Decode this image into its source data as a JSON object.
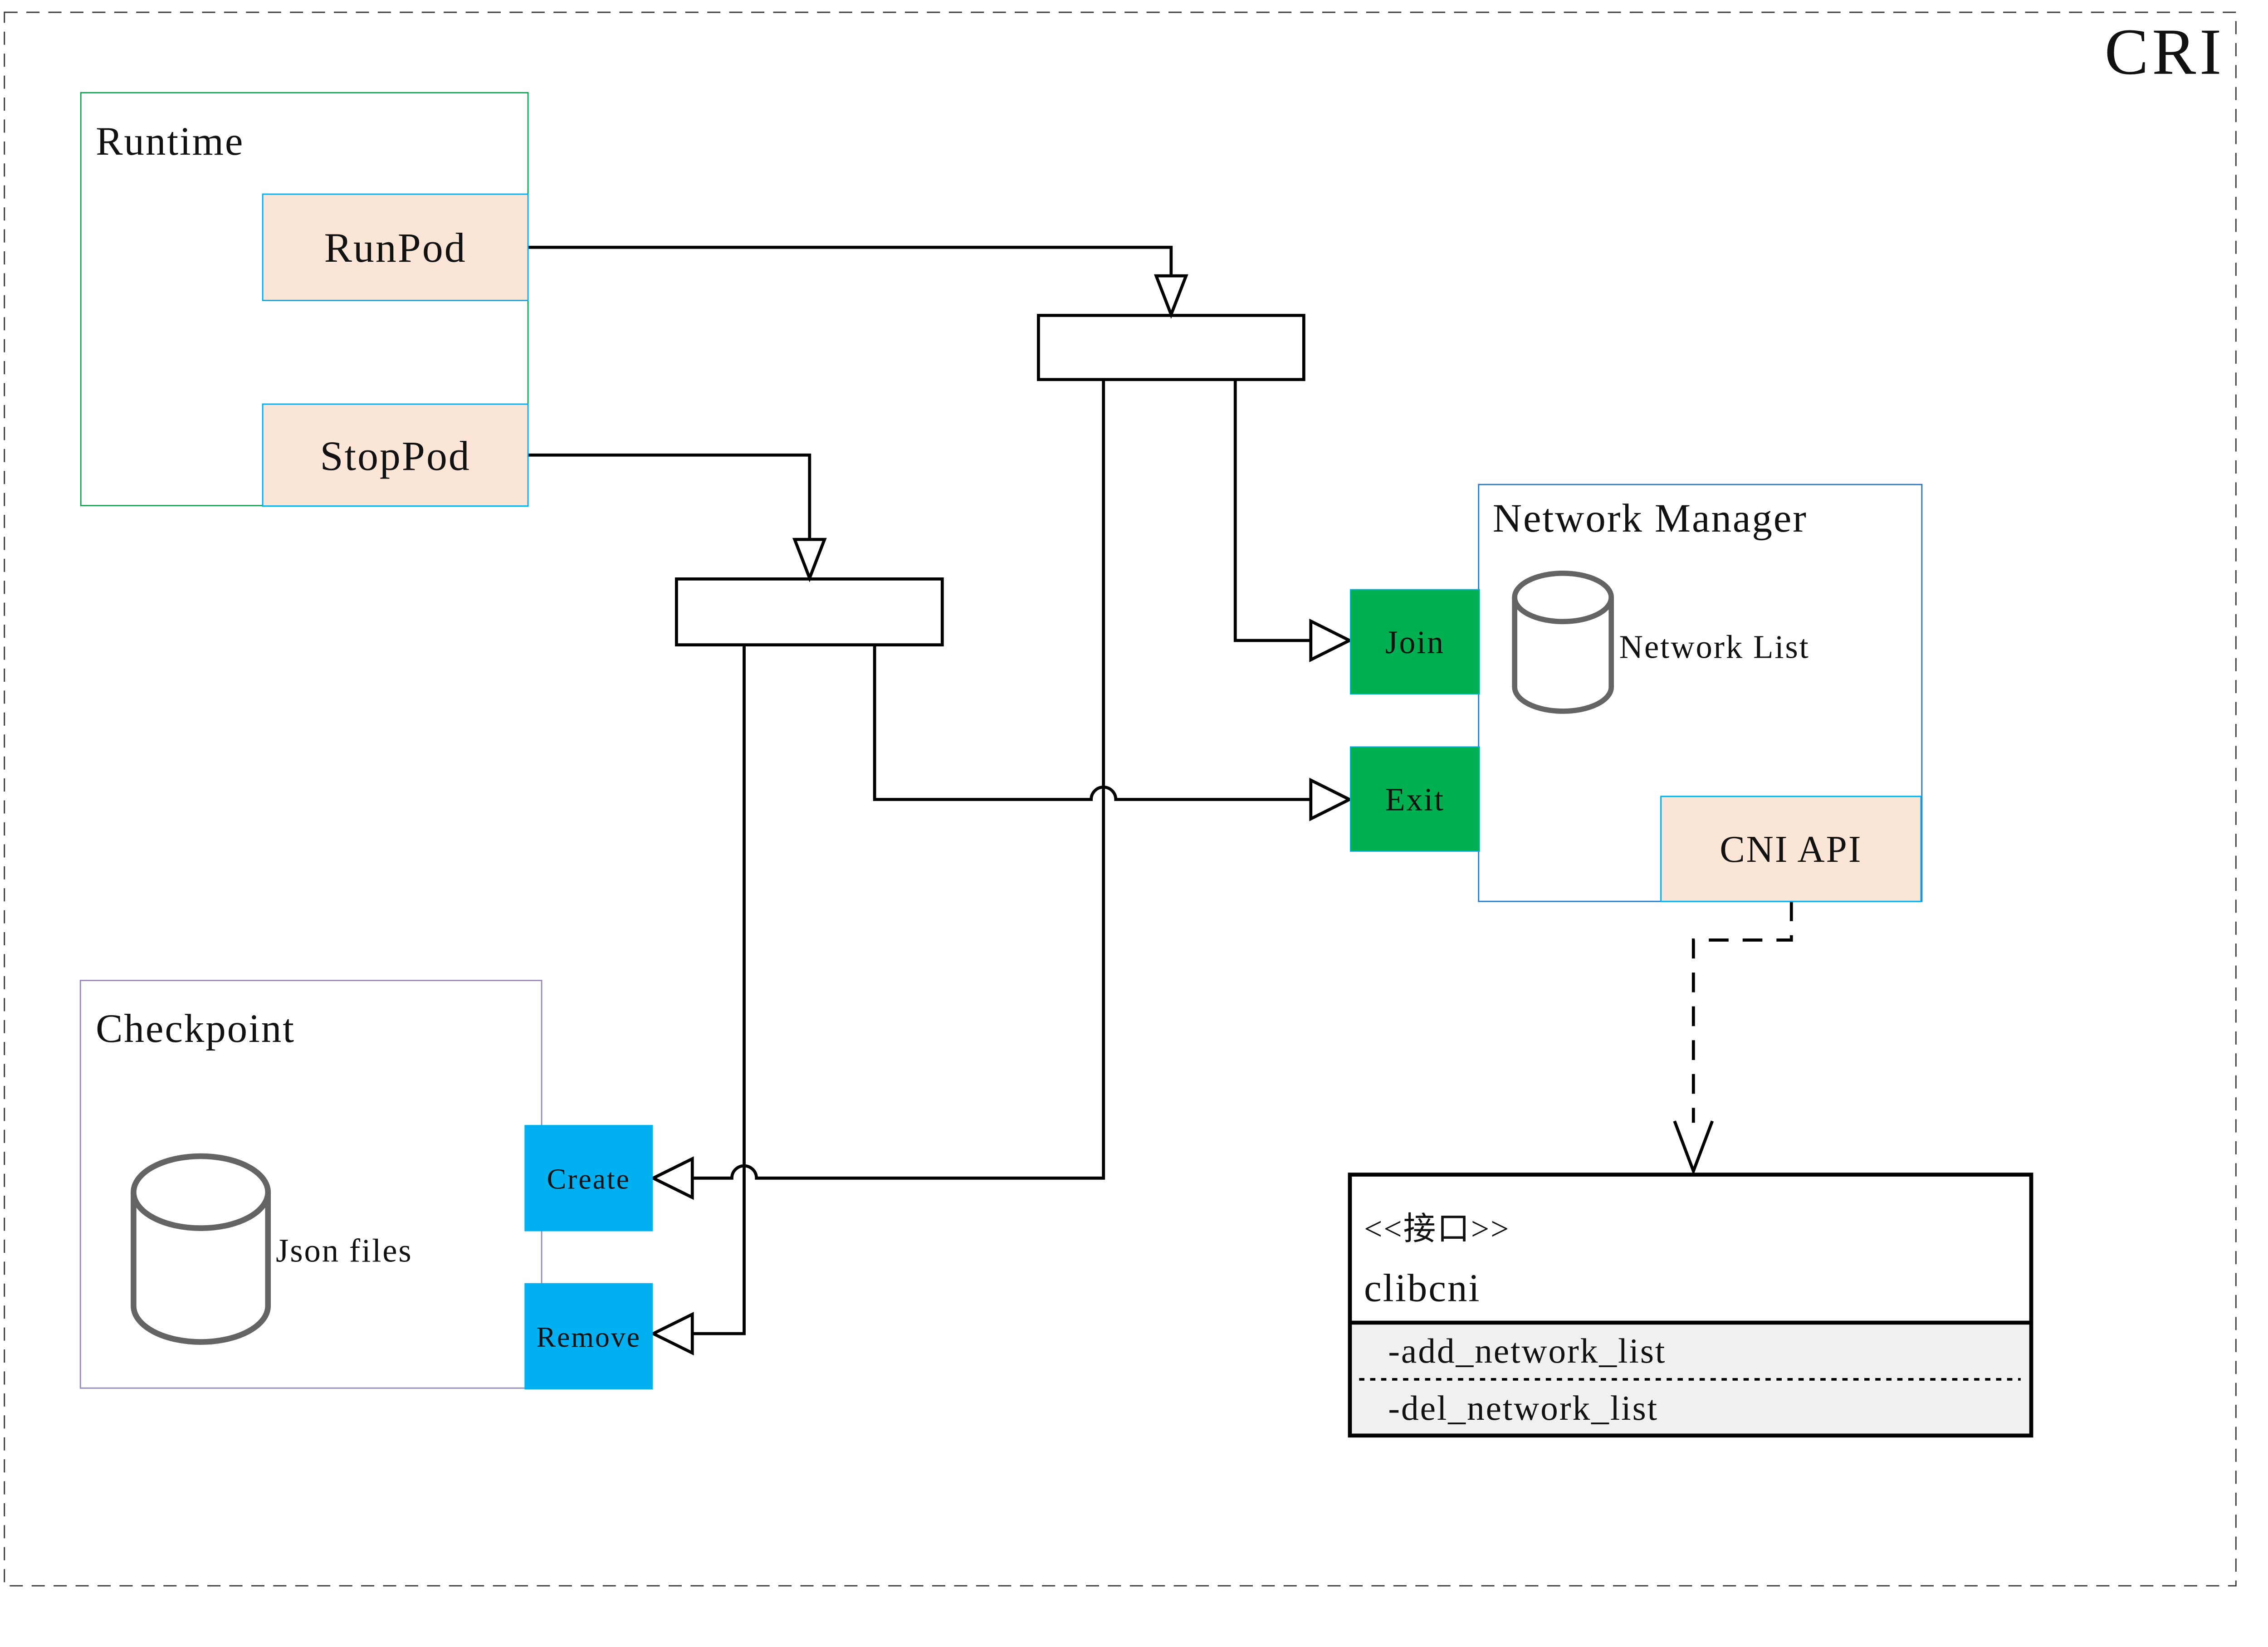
{
  "title": {
    "label": "CRI"
  },
  "colors": {
    "title_gold": "#8a6d1a",
    "runtime_border": "#00b050",
    "method_fill": "#fbe5d6",
    "method_border": "#00b0f0",
    "action_green": "#00b050",
    "action_blue": "#00b0f0",
    "nm_border": "#2e79c7",
    "checkpoint_border": "#9a8ab8",
    "cylinder_gray": "#646464",
    "line_black": "#000000",
    "section_fill": "#f0f0f0",
    "white": "#ffffff"
  },
  "runtime": {
    "label": "Runtime",
    "methods": [
      {
        "label": "RunPod"
      },
      {
        "label": "StopPod"
      }
    ]
  },
  "network_manager": {
    "label": "Network Manager",
    "store_label": "Network List",
    "actions": [
      {
        "label": "Join"
      },
      {
        "label": "Exit"
      }
    ],
    "api_label": "CNI API"
  },
  "checkpoint": {
    "label": "Checkpoint",
    "store_label": "Json files",
    "actions": [
      {
        "label": "Create"
      },
      {
        "label": "Remove"
      }
    ]
  },
  "interface": {
    "stereotype": "<<接口>>",
    "name": "clibcni",
    "methods": [
      "-add_network_list",
      "-del_network_list"
    ]
  }
}
